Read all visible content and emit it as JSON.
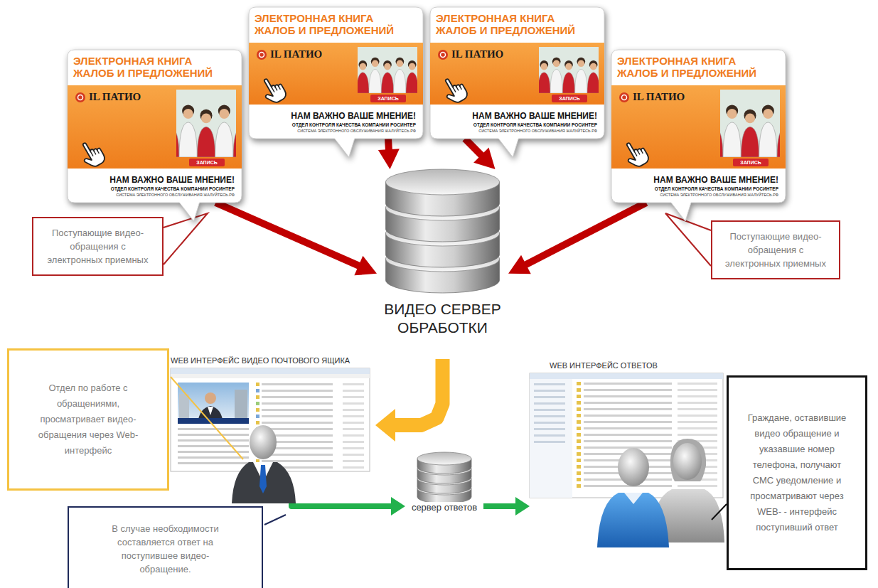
{
  "diagram": {
    "nodes": [
      {
        "text": [
          "ЭЛЕКТРОННАЯ КНИГА ЖАЛОБ И ПРЕДЛОЖЕНИЙ",
          "IL ПАТИО",
          "ЗАПИСЬ",
          "НАМ ВАЖНО ВАШЕ МНЕНИЕ!",
          "ОТДЕЛ КОНТРОЛЯ КАЧЕСТВА КОМПАНИИ РОСИНТЕР",
          "СИСТЕМА ЭЛЕКТРОННОГО ОБСЛУЖИВАНИЯ ЖАЛУЙТЕСЬ.РФ"
        ]
      },
      {
        "text": [
          "ЭЛЕКТРОННАЯ КНИГА ЖАЛОБ И ПРЕДЛОЖЕНИЙ",
          "IL ПАТИО",
          "ЗАПИСЬ",
          "НАМ ВАЖНО ВАШЕ МНЕНИЕ!",
          "ОТДЕЛ КОНТРОЛЯ КАЧЕСТВА КОМПАНИИ РОСИНТЕР",
          "СИСТЕМА ЭЛЕКТРОННОГО ОБСЛУЖИВАНИЯ ЖАЛУЙТЕСЬ.РФ"
        ]
      },
      {
        "text": [
          "ЭЛЕКТРОННАЯ КНИГА ЖАЛОБ И ПРЕДЛОЖЕНИЙ",
          "IL ПАТИО",
          "ЗАПИСЬ",
          "НАМ ВАЖНО ВАШЕ МНЕНИЕ!",
          "ОТДЕЛ КОНТРОЛЯ КАЧЕСТВА КОМПАНИИ РОСИНТЕР",
          "СИСТЕМА ЭЛЕКТРОННОГО ОБСЛУЖИВАНИЯ ЖАЛУЙТЕСЬ.РФ"
        ]
      },
      {
        "text": [
          "ЭЛЕКТРОННАЯ КНИГА ЖАЛОБ И ПРЕДЛОЖЕНИЙ",
          "IL ПАТИО",
          "ЗАПИСЬ",
          "НАМ ВАЖНО ВАШЕ МНЕНИЕ!",
          "ОТДЕЛ КОНТРОЛЯ КАЧЕСТВА КОМПАНИИ РОСИНТЕР",
          "СИСТЕМА ЭЛЕКТРОННОГО ОБСЛУЖИВАНИЯ ЖАЛУЙТЕСЬ.РФ"
        ]
      },
      {
        "text": [
          "Поступающие видео-обращения с электронных приемных"
        ]
      },
      {
        "text": [
          "Поступающие видео-обращения с электронных приемных"
        ]
      },
      {
        "text": [
          "ВИДЕО СЕРВЕР ОБРАБОТКИ"
        ]
      },
      {
        "text": [
          "Отдел по работе с обращениями, просматривает видео-обращения через Web-интерфейс"
        ]
      },
      {
        "text": [
          "WEB ИНТЕРФЕЙС ВИДЕО ПОЧТОВОГО ЯЩИКА"
        ]
      },
      {
        "text": [
          "WEB ИНТЕРФЕЙС ОТВЕТОВ"
        ]
      },
      {
        "text": [
          "Граждане, оставившие видео обращение и указавшие номер телефона, получают СМС уведомление и просматривают через WEB- - интерфейс поступивший ответ"
        ]
      },
      {
        "text": [
          "В случае необходимости составляется ответ на поступившее видео-обращение."
        ]
      },
      {
        "text": [
          "сервер ответов"
        ]
      }
    ],
    "edges": [
      {
        "from": 0,
        "to": 6,
        "arrow": "to"
      },
      {
        "from": 1,
        "to": 6,
        "arrow": "to"
      },
      {
        "from": 2,
        "to": 6,
        "arrow": "to"
      },
      {
        "from": 3,
        "to": 6,
        "arrow": "to"
      },
      {
        "from": 6,
        "to": 8,
        "arrow": "to"
      },
      {
        "from": 8,
        "to": 12,
        "arrow": "to"
      },
      {
        "from": 12,
        "to": 9,
        "arrow": "to"
      }
    ]
  }
}
